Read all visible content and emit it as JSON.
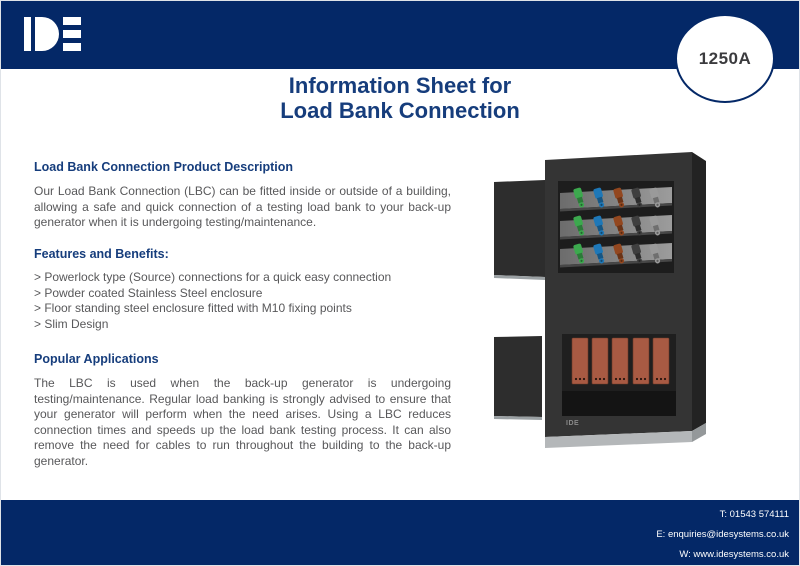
{
  "colors": {
    "navy": "#042867",
    "title_blue": "#163d7c",
    "body_text": "#58585a",
    "badge_text": "#3b3b3e"
  },
  "brand": {
    "name": "IDE"
  },
  "header": {
    "badge": "1250A"
  },
  "title": {
    "line1": "Information Sheet for",
    "line2": "Load Bank Connection"
  },
  "content": {
    "section1": {
      "heading": "Load Bank Connection Product Description",
      "body": "Our Load Bank Connection (LBC) can be fitted inside or outside of a building, allowing a safe and quick connection of a testing load bank to your back-up generator when it is undergoing testing/maintenance."
    },
    "section2": {
      "heading": "Features and Benefits:",
      "items": [
        "> Powerlock type (Source) connections for a quick easy connection",
        "> Powder coated Stainless Steel enclosure",
        "> Floor standing steel enclosure fitted with M10 fixing points",
        "> Slim Design"
      ]
    },
    "section3": {
      "heading": "Popular Applications",
      "body": "The LBC is used when the back-up generator is undergoing testing/maintenance. Regular load banking is strongly advised to ensure that your generator will perform when the need arises. Using a LBC reduces connection times and speeds up the load bank testing process. It can also remove the need for cables to run throughout the building to the back-up generator."
    }
  },
  "product_image": {
    "description": "Load Bank Connection cabinet with open doors, powerlock connectors and busbar links",
    "cabinet_logo": "IDE",
    "connector_colors": [
      "#3ca94e",
      "#1e78b8",
      "#93471f",
      "#3f3f3f",
      "#9a9a9a"
    ],
    "link_color": "#a85a43",
    "link_count": 5,
    "connector_rows": 3
  },
  "footer": {
    "phone": "T: 01543 574111",
    "email": "E: enquiries@idesystems.co.uk",
    "web": "W: www.idesystems.co.uk"
  }
}
